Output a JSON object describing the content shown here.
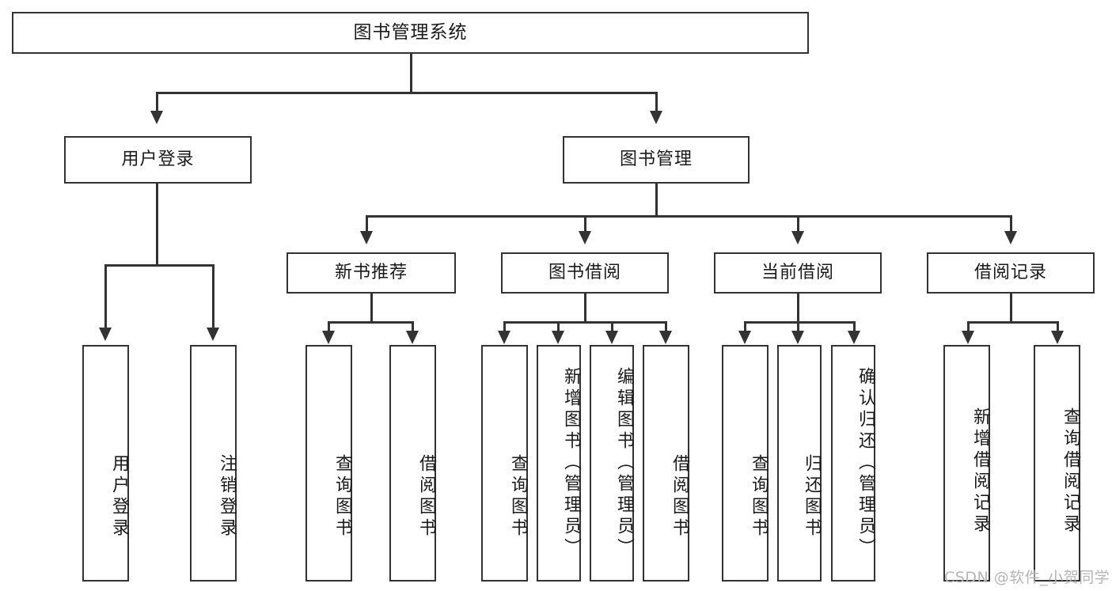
{
  "diagram": {
    "type": "tree-hierarchy",
    "title": "图书管理系统",
    "watermark": "CSDN @软件_小贺同学",
    "levels": {
      "level1": [
        {
          "id": "root",
          "label": "图书管理系统"
        }
      ],
      "level2": [
        {
          "id": "user-login",
          "label": "用户登录"
        },
        {
          "id": "book-manage",
          "label": "图书管理"
        }
      ],
      "level3": [
        {
          "id": "new-book-recommend",
          "label": "新书推荐"
        },
        {
          "id": "book-borrow",
          "label": "图书借阅"
        },
        {
          "id": "current-borrow",
          "label": "当前借阅"
        },
        {
          "id": "borrow-record",
          "label": "借阅记录"
        }
      ],
      "level4": [
        {
          "id": "leaf-user-login",
          "label": "用户登录",
          "parent": "user-login"
        },
        {
          "id": "leaf-logout-login",
          "label": "注销登录",
          "parent": "user-login"
        },
        {
          "id": "leaf-query-book-1",
          "label": "查询图书",
          "parent": "new-book-recommend"
        },
        {
          "id": "leaf-borrow-book-1",
          "label": "借阅图书",
          "parent": "new-book-recommend"
        },
        {
          "id": "leaf-query-book-2",
          "label": "查询图书",
          "parent": "book-borrow"
        },
        {
          "id": "leaf-add-book",
          "label": "新增图书（管理员）",
          "parent": "book-borrow"
        },
        {
          "id": "leaf-edit-book",
          "label": "编辑图书（管理员）",
          "parent": "book-borrow"
        },
        {
          "id": "leaf-borrow-book-2",
          "label": "借阅图书",
          "parent": "book-borrow"
        },
        {
          "id": "leaf-query-book-3",
          "label": "查询图书",
          "parent": "current-borrow"
        },
        {
          "id": "leaf-return-book",
          "label": "归还图书",
          "parent": "current-borrow"
        },
        {
          "id": "leaf-confirm-return",
          "label": "确认归还（管理员）",
          "parent": "current-borrow"
        },
        {
          "id": "leaf-add-record",
          "label": "新增借阅记录",
          "parent": "borrow-record"
        },
        {
          "id": "leaf-query-record",
          "label": "查询借阅记录",
          "parent": "borrow-record"
        }
      ]
    },
    "colors": {
      "stroke": "#333333",
      "fill": "#ffffff",
      "text": "#1a1a1a",
      "watermark": "#b5b5b5"
    }
  }
}
